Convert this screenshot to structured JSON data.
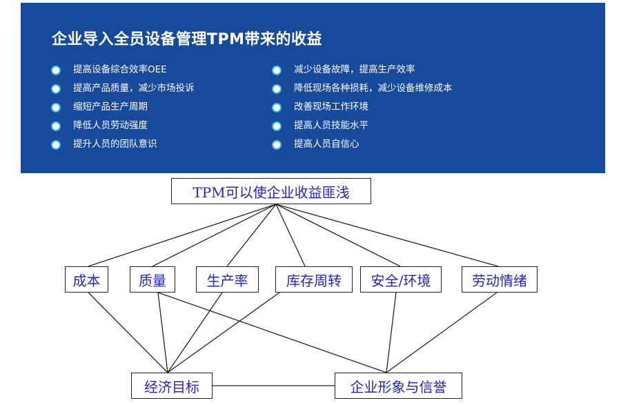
{
  "banner": {
    "title": "企业导入全员设备管理TPM带来的收益",
    "left_items": [
      "提高设备综合效率OEE",
      "提高产品质量，减少市场投诉",
      "缩短产品生产周期",
      "降低人员劳动强度",
      "提升人员的团队意识"
    ],
    "right_items": [
      "减少设备故障，提高生产效率",
      "降低现场各种损耗，减少设备维修成本",
      "改善现场工作环境",
      "提高人员技能水平",
      "提高人员自信心"
    ],
    "background_color": "#174a9b",
    "bullet_color": "#37b9e6"
  },
  "diagram": {
    "root": "TPM可以使企业收益匪浅",
    "factors": [
      "成本",
      "质量",
      "生产率",
      "库存周转",
      "安全/环境",
      "劳动情绪"
    ],
    "goals": [
      "经济目标",
      "企业形象与信誉"
    ],
    "node_text_color": "#2323c8",
    "edges": [
      [
        "root",
        "成本"
      ],
      [
        "root",
        "质量"
      ],
      [
        "root",
        "生产率"
      ],
      [
        "root",
        "库存周转"
      ],
      [
        "root",
        "安全/环境"
      ],
      [
        "root",
        "劳动情绪"
      ],
      [
        "成本",
        "经济目标"
      ],
      [
        "质量",
        "经济目标"
      ],
      [
        "生产率",
        "经济目标"
      ],
      [
        "库存周转",
        "经济目标"
      ],
      [
        "质量",
        "企业形象与信誉"
      ],
      [
        "安全/环境",
        "企业形象与信誉"
      ],
      [
        "劳动情绪",
        "企业形象与信誉"
      ],
      [
        "经济目标",
        "企业形象与信誉"
      ]
    ]
  }
}
